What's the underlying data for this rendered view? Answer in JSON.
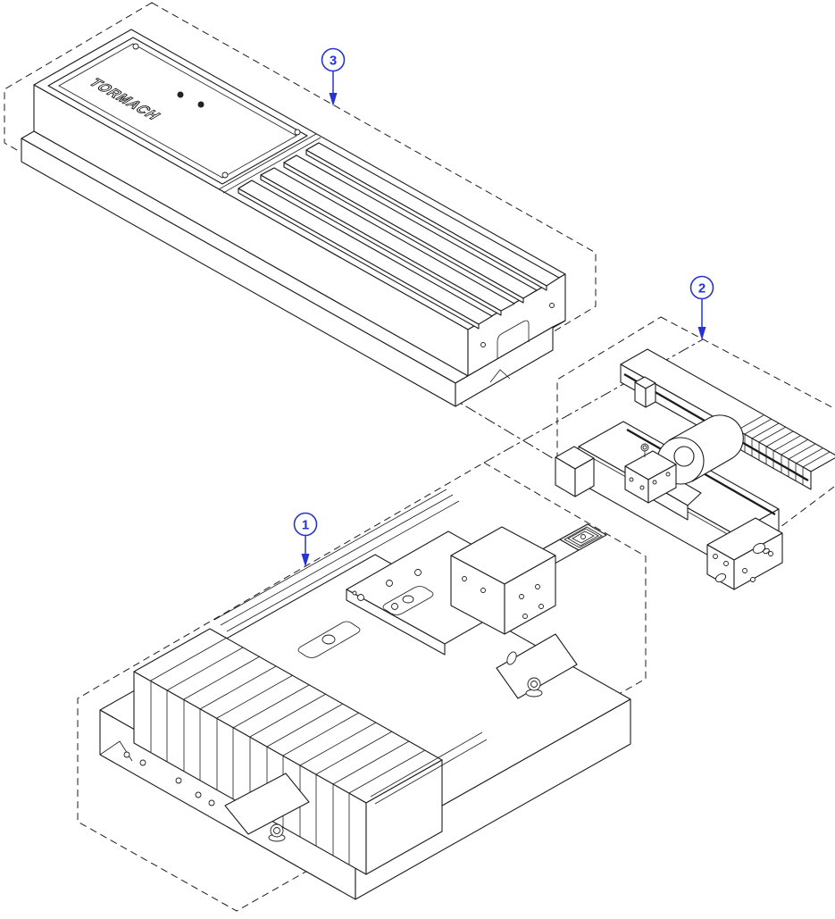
{
  "diagram": {
    "brand_logo": "TORMACH",
    "callouts": [
      {
        "number": "1"
      },
      {
        "number": "2"
      },
      {
        "number": "3"
      }
    ],
    "colors": {
      "callout_blue": "#2634d3",
      "line_black": "#1c1c1c",
      "background": "#ffffff"
    }
  }
}
